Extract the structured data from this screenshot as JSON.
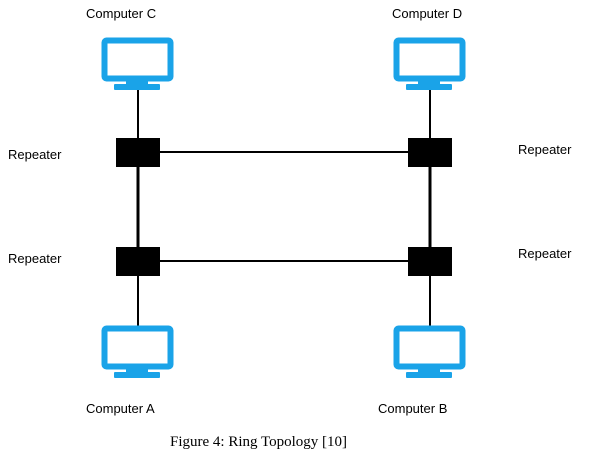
{
  "diagram": {
    "computers": {
      "c": "Computer C",
      "d": "Computer D",
      "a": "Computer A",
      "b": "Computer B"
    },
    "repeaters": {
      "top_left": "Repeater",
      "top_right": "Repeater",
      "bottom_left": "Repeater",
      "bottom_right": "Repeater"
    },
    "caption": "Figure 4: Ring Topology [10]"
  },
  "colors": {
    "monitor": "#1aa3e8",
    "repeater": "#000000",
    "cable": "#000000"
  },
  "icons": {
    "computer": "monitor-icon",
    "repeater": "square-node"
  }
}
